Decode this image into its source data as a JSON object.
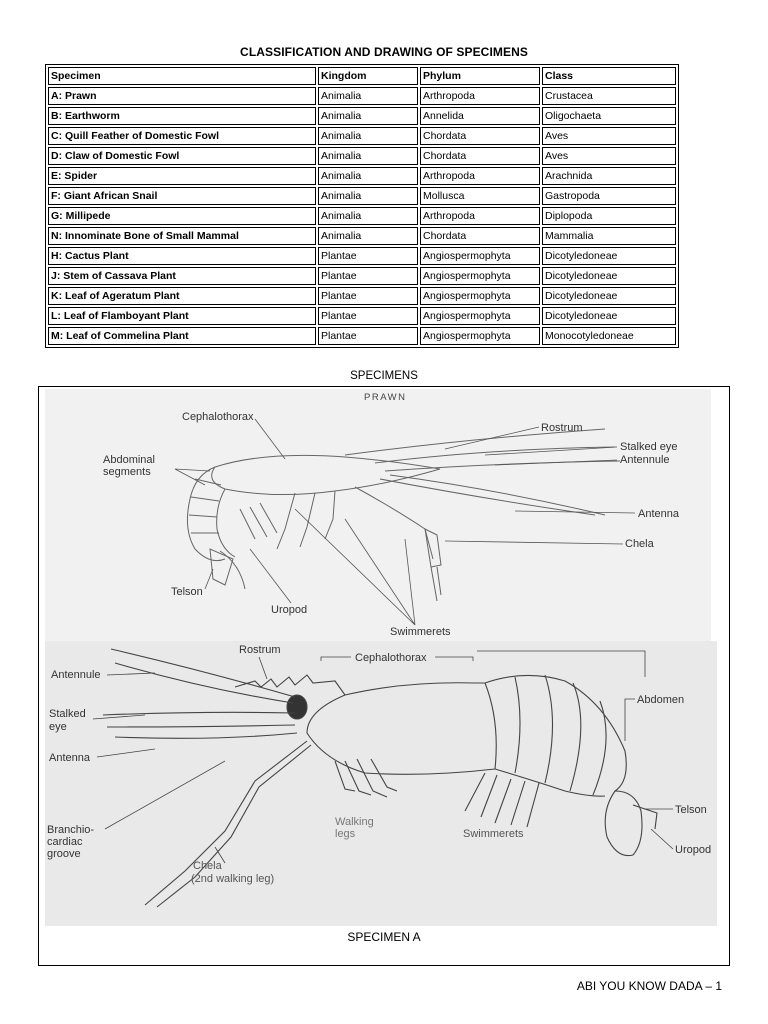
{
  "title": "CLASSIFICATION AND DRAWING OF SPECIMENS",
  "table": {
    "headers": [
      "Specimen",
      "Kingdom",
      "Phylum",
      "Class"
    ],
    "rows": [
      [
        "A: Prawn",
        "Animalia",
        "Arthropoda",
        "Crustacea"
      ],
      [
        "B: Earthworm",
        "Animalia",
        "Annelida",
        "Oligochaeta"
      ],
      [
        "C: Quill Feather of Domestic Fowl",
        "Animalia",
        "Chordata",
        "Aves"
      ],
      [
        "D: Claw of Domestic Fowl",
        "Animalia",
        "Chordata",
        "Aves"
      ],
      [
        "E: Spider",
        "Animalia",
        "Arthropoda",
        "Arachnida"
      ],
      [
        "F: Giant African Snail",
        "Animalia",
        "Mollusca",
        "Gastropoda"
      ],
      [
        "G: Millipede",
        "Animalia",
        "Arthropoda",
        "Diplopoda"
      ],
      [
        "N: Innominate Bone of Small Mammal",
        "Animalia",
        "Chordata",
        "Mammalia"
      ],
      [
        "H: Cactus Plant",
        "Plantae",
        "Angiospermophyta",
        "Dicotyledoneae"
      ],
      [
        "J: Stem of Cassava Plant",
        "Plantae",
        "Angiospermophyta",
        "Dicotyledoneae"
      ],
      [
        "K: Leaf of Ageratum Plant",
        "Plantae",
        "Angiospermophyta",
        "Dicotyledoneae"
      ],
      [
        "L: Leaf of Flamboyant Plant",
        "Plantae",
        "Angiospermophyta",
        "Dicotyledoneae"
      ],
      [
        "M: Leaf of Commelina Plant",
        "Plantae",
        "Angiospermophyta",
        "Monocotyledoneae"
      ]
    ]
  },
  "specimens_label": "SPECIMENS",
  "diagram_top": {
    "heading": "PRAWN",
    "labels": {
      "cephalothorax": "Cephalothorax",
      "rostrum": "Rostrum",
      "stalked_eye": "Stalked eye",
      "antennule": "Antennule",
      "abdominal_segments_1": "Abdominal",
      "abdominal_segments_2": "segments",
      "antenna": "Antenna",
      "chela": "Chela",
      "telson": "Telson",
      "uropod": "Uropod",
      "swimmerets": "Swimmerets"
    }
  },
  "diagram_bottom": {
    "labels": {
      "rostrum": "Rostrum",
      "cephalothorax": "Cephalothorax",
      "antennule": "Antennule",
      "stalked_eye_1": "Stalked",
      "stalked_eye_2": "eye",
      "antenna": "Antenna",
      "abdomen": "Abdomen",
      "branchio_1": "Branchio-",
      "branchio_2": "cardiac",
      "branchio_3": "groove",
      "walking_legs_1": "Walking",
      "walking_legs_2": "legs",
      "swimmerets": "Swimmerets",
      "telson": "Telson",
      "uropod": "Uropod",
      "chela_1": "Chela",
      "chela_2": "(2nd walking leg)"
    }
  },
  "specimen_caption": "SPECIMEN A",
  "footer": "ABI YOU KNOW DADA – 1"
}
